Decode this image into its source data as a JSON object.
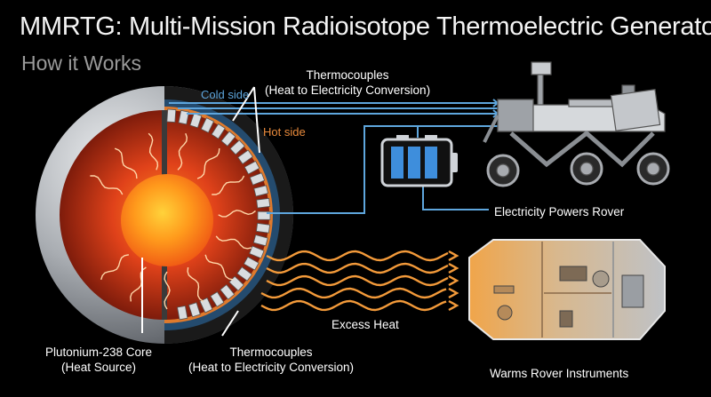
{
  "title": "MMRTG: Multi-Mission Radioisotope Thermoelectric Generator",
  "subtitle": "How it Works",
  "labels": {
    "thermocouples_top_line1": "Thermocouples",
    "thermocouples_top_line2": "(Heat to Electricity Conversion)",
    "cold_side": "Cold side",
    "hot_side": "Hot side",
    "electricity_powers_rover": "Electricity Powers Rover",
    "excess_heat": "Excess Heat",
    "core_line1": "Plutonium-238 Core",
    "core_line2": "(Heat Source)",
    "thermocouples_bottom_line1": "Thermocouples",
    "thermocouples_bottom_line2": "(Heat to Electricity Conversion)",
    "warms_rover_instruments": "Warms Rover Instruments"
  },
  "colors": {
    "cold": "#5ea6dd",
    "hot": "#e88a3c",
    "heat_wave": "#f39a3a",
    "sphere_shell": "#b9bcc0",
    "core": "#ff7a1a"
  }
}
